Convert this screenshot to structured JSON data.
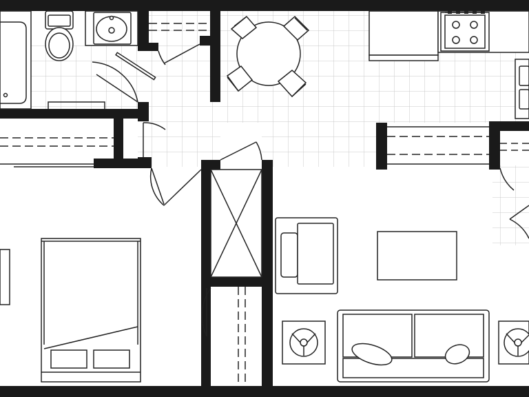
{
  "plan": {
    "rooms": [
      {
        "name": "bathroom",
        "floor": "plain"
      },
      {
        "name": "closet",
        "floor": "plain"
      },
      {
        "name": "hallway",
        "floor": "tile"
      },
      {
        "name": "dining",
        "floor": "tile"
      },
      {
        "name": "kitchen",
        "floor": "tile"
      },
      {
        "name": "bedroom",
        "floor": "plain"
      },
      {
        "name": "linen-closet",
        "floor": "plain"
      },
      {
        "name": "living-room",
        "floor": "plain"
      }
    ],
    "fixtures": [
      "bathtub",
      "toilet",
      "sink",
      "range",
      "refrigerator",
      "dining-table",
      "chairs",
      "bed",
      "armchair",
      "coffee-table",
      "sofa",
      "end-tables"
    ],
    "colors": {
      "wall": "#1a1a1a",
      "tile_grid": "#c8c8c8",
      "outline": "#222222",
      "floor": "#ffffff"
    }
  }
}
